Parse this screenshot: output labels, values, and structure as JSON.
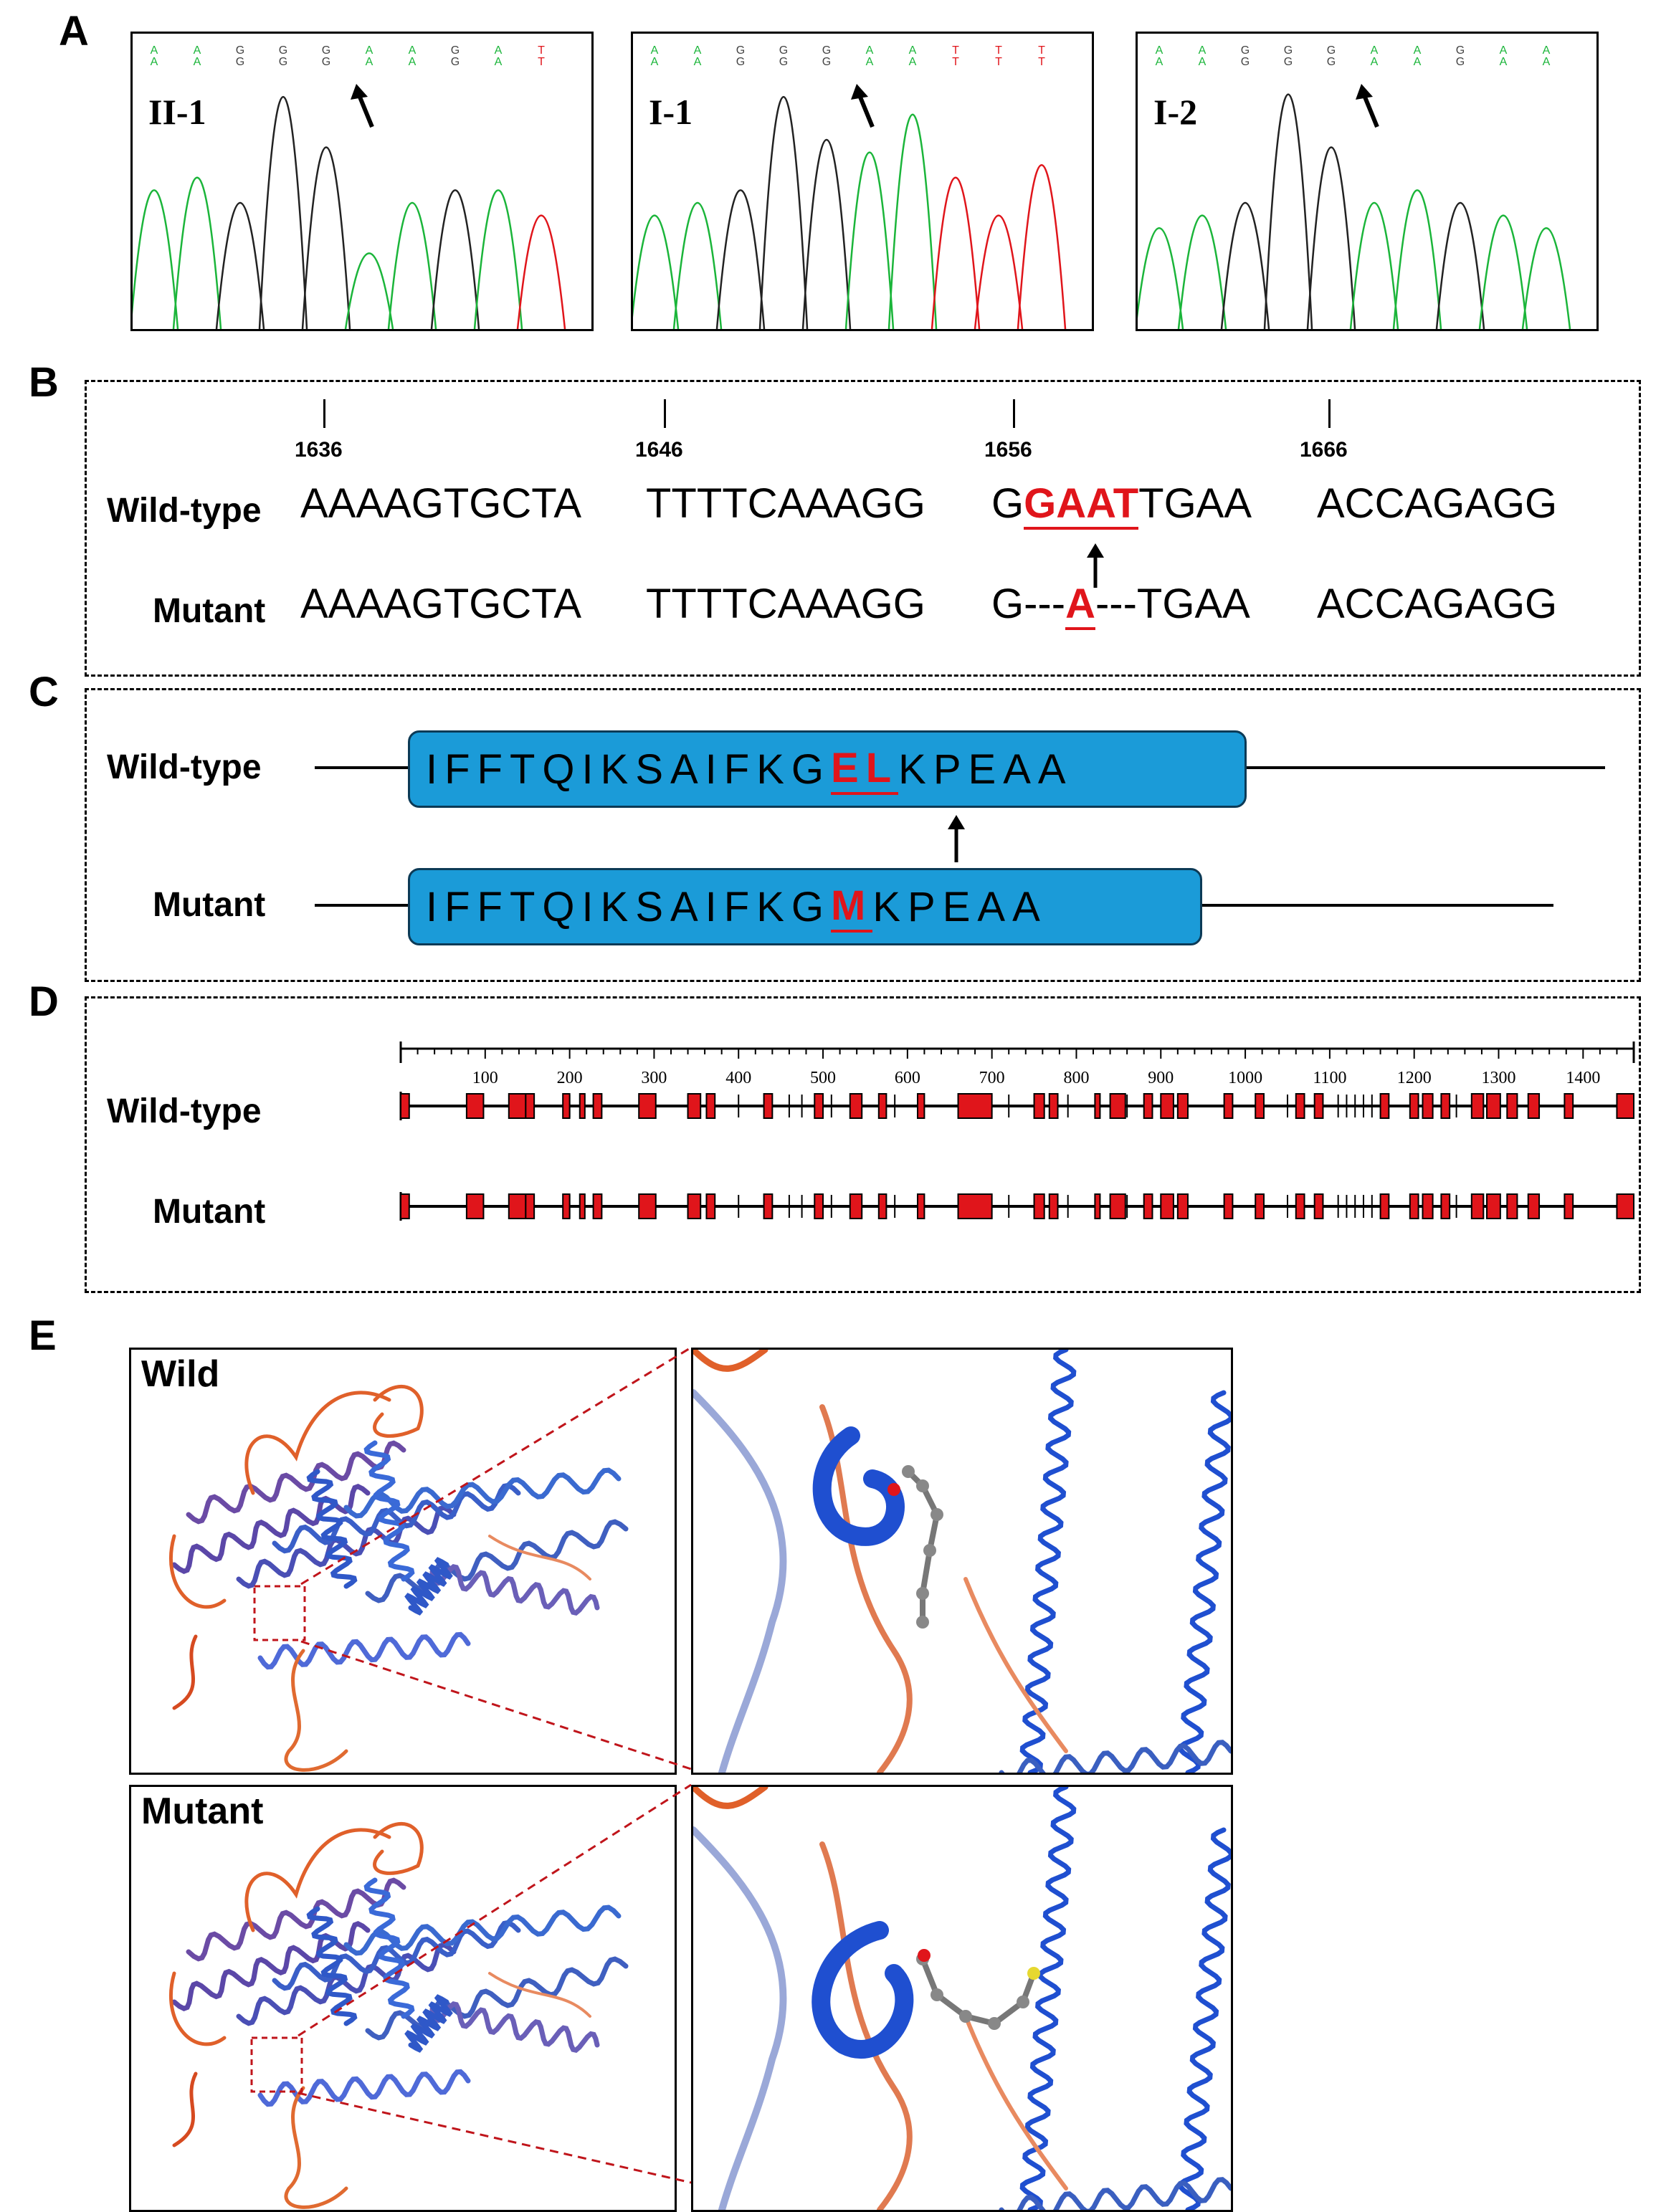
{
  "panels": {
    "A": "A",
    "B": "B",
    "C": "C",
    "D": "D",
    "E": "E"
  },
  "chromatograms": [
    {
      "label": "II-1",
      "bases": [
        "A",
        "A",
        "G",
        "G",
        "G",
        "A",
        "A",
        "G",
        "A",
        "T"
      ],
      "colors": [
        "#1bb53a",
        "#1bb53a",
        "#444",
        "#444",
        "#444",
        "#1bb53a",
        "#1bb53a",
        "#444",
        "#1bb53a",
        "#e0151b"
      ]
    },
    {
      "label": "I-1",
      "bases": [
        "A",
        "A",
        "G",
        "G",
        "G",
        "A",
        "A",
        "T",
        "T",
        "T"
      ],
      "colors": [
        "#1bb53a",
        "#1bb53a",
        "#444",
        "#444",
        "#444",
        "#1bb53a",
        "#1bb53a",
        "#e0151b",
        "#e0151b",
        "#e0151b"
      ]
    },
    {
      "label": "I-2",
      "bases": [
        "A",
        "A",
        "G",
        "G",
        "G",
        "A",
        "A",
        "G",
        "A",
        "A"
      ],
      "colors": [
        "#1bb53a",
        "#1bb53a",
        "#444",
        "#444",
        "#444",
        "#1bb53a",
        "#1bb53a",
        "#444",
        "#1bb53a",
        "#1bb53a"
      ]
    }
  ],
  "dna": {
    "ticks": [
      "1636",
      "1646",
      "1656",
      "1666"
    ],
    "wild_label": "Wild-type",
    "mutant_label": "Mutant",
    "wild": {
      "p1": "AAAAGTGCTA",
      "p2": "TTTTCAAAGG",
      "p3a": "G",
      "p3mut": "GAAT",
      "p3b": "TGAA",
      "p4": "ACCAGAGG"
    },
    "mutant": {
      "p1": "AAAAGTGCTA",
      "p2": "TTTTCAAAGG",
      "p3a": "G---",
      "p3mut": "A",
      "p3b": "---TGAA",
      "p4": "ACCAGAGG"
    }
  },
  "protein": {
    "wild_label": "Wild-type",
    "mutant_label": "Mutant",
    "wild": {
      "pre": "IFFTQIKSAIFKG",
      "mut": "EL",
      "post": "KPEAA"
    },
    "mutant": {
      "pre": "IFFTQIKSAIFKG",
      "mut": "M",
      "post": "KPEAA"
    }
  },
  "domain_map": {
    "wild_label": "Wild-type",
    "mutant_label": "Mutant",
    "ticks": [
      "100",
      "200",
      "300",
      "400",
      "500",
      "600",
      "700",
      "800",
      "900",
      "1000",
      "1100",
      "1200",
      "1300",
      "1400"
    ],
    "max": 1460
  },
  "structures": {
    "wild_label": "Wild",
    "mutant_label": "Mutant"
  }
}
